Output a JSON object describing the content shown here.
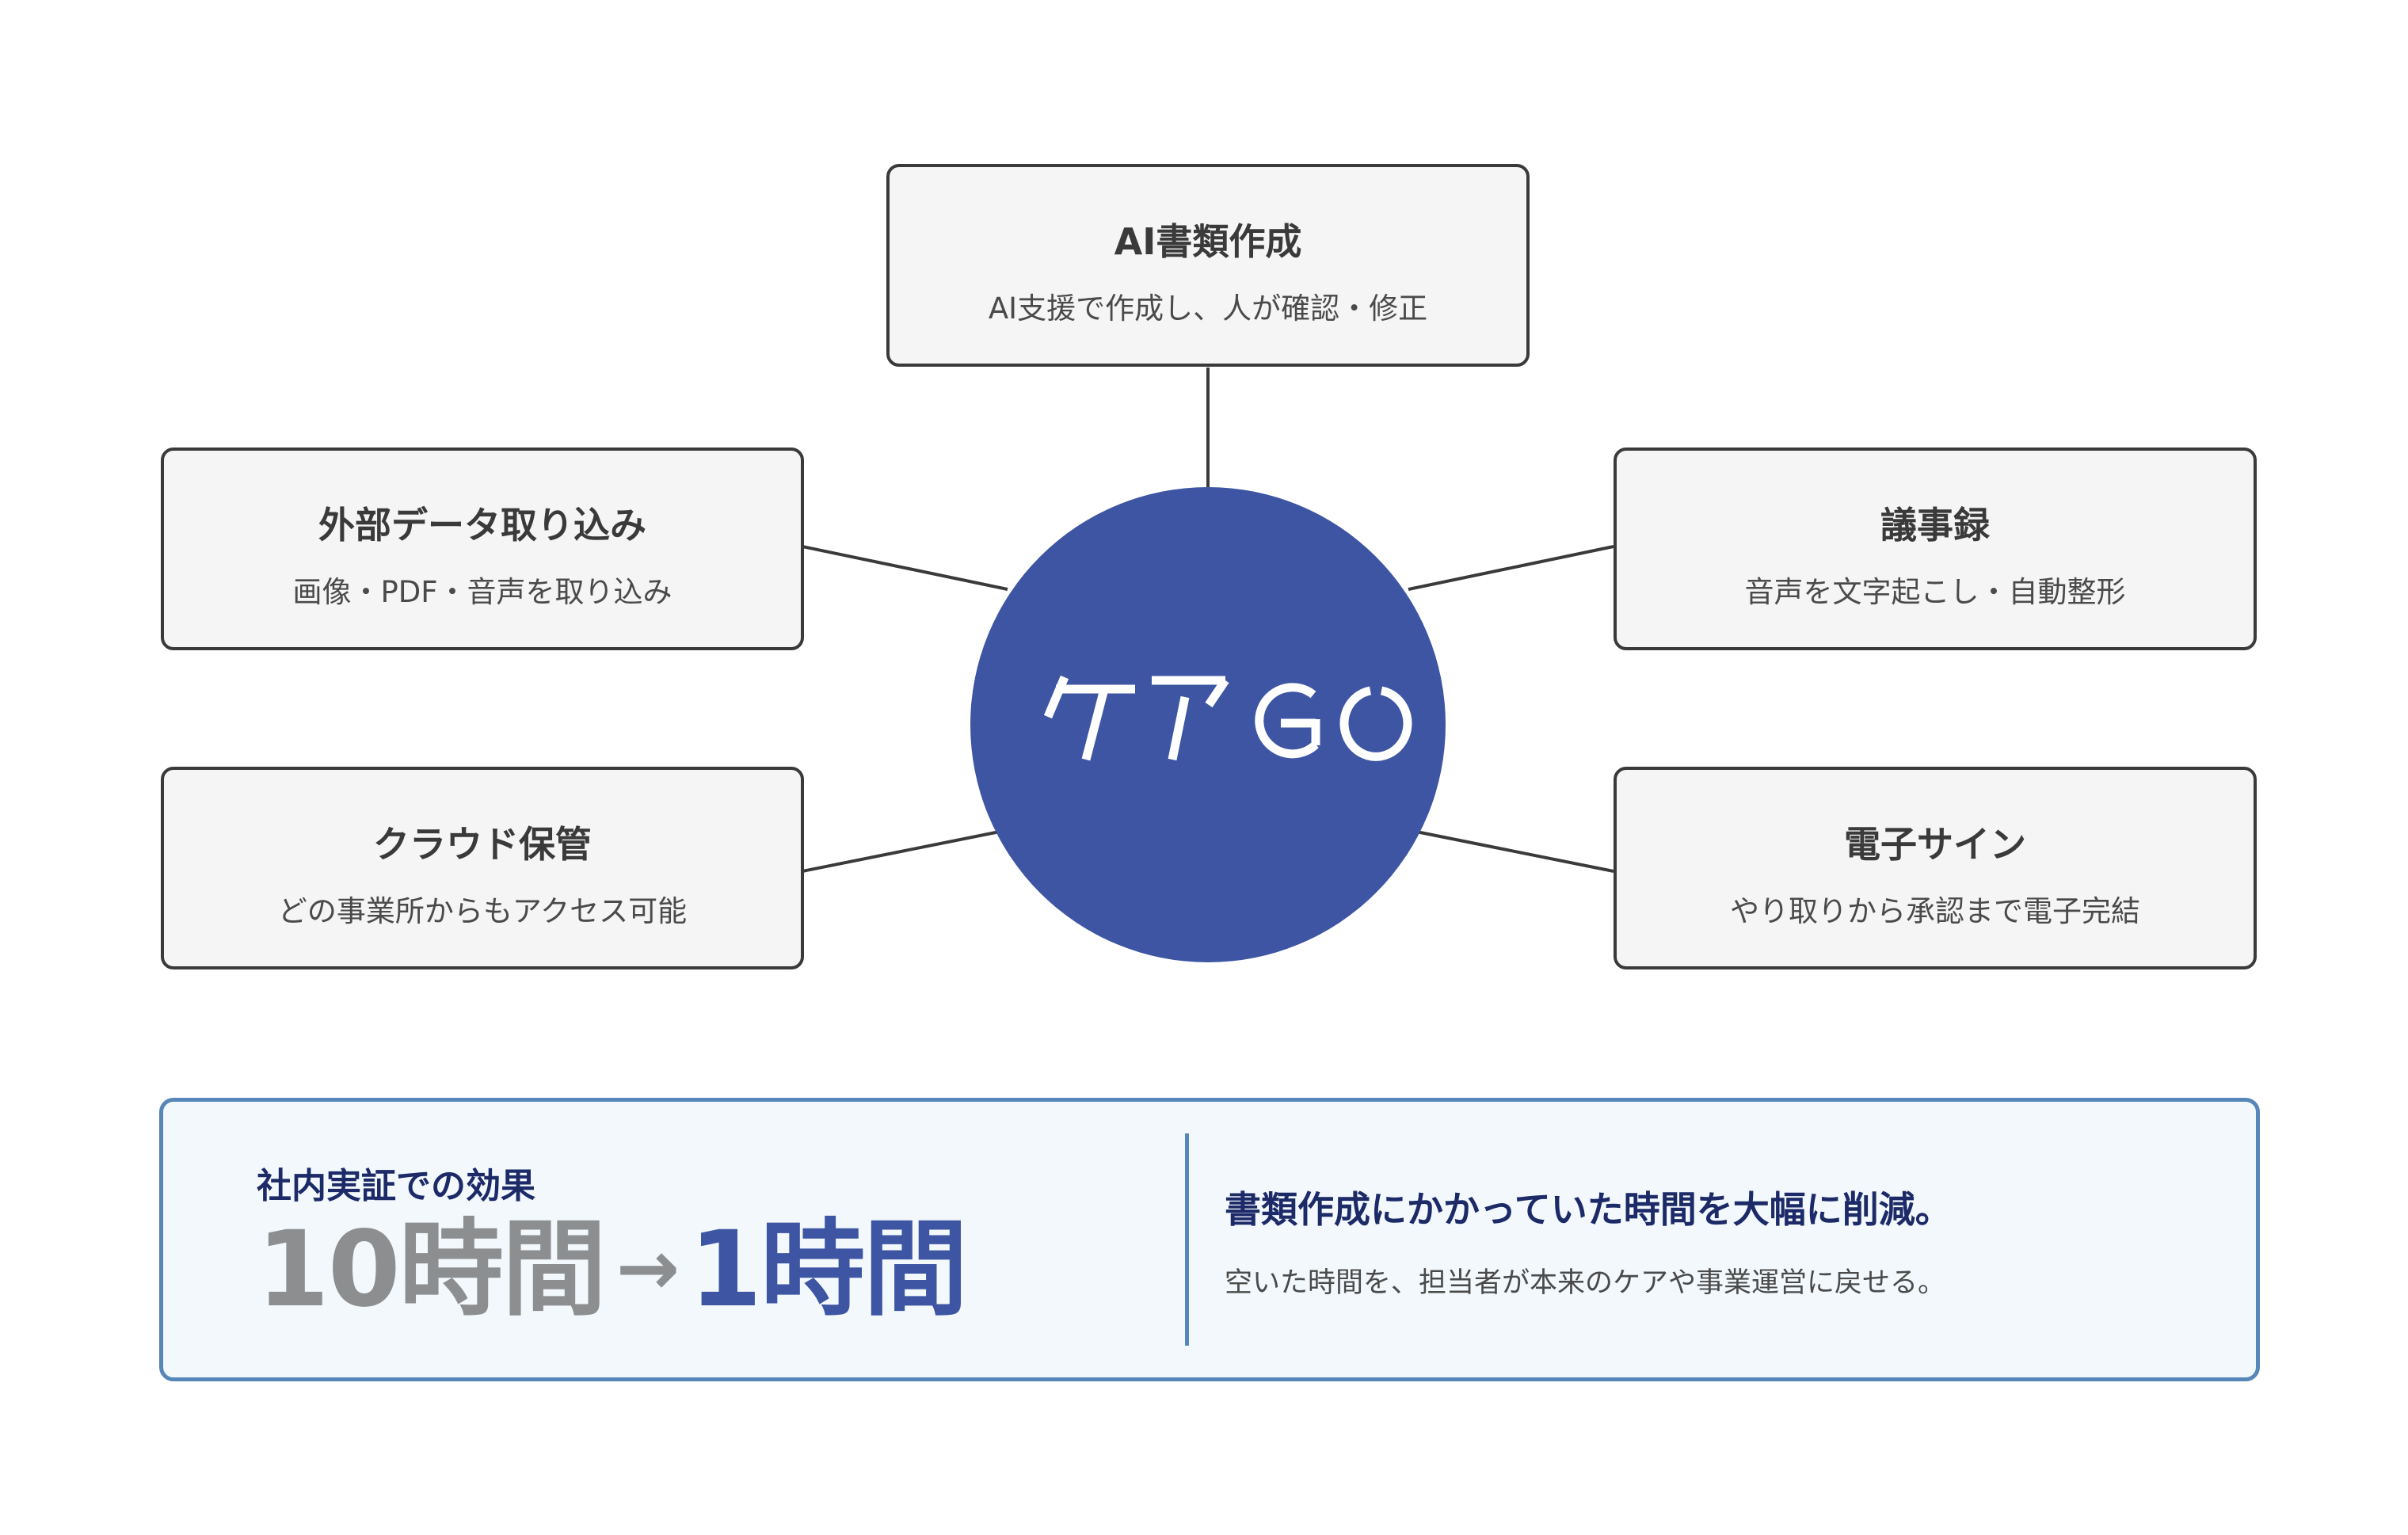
{
  "hub": {
    "logo_text": "ケアGO",
    "fill_color": "#3d55a3"
  },
  "nodes": [
    {
      "title": "AI書類作成",
      "description": "AI支援で作成し、人が確認・修正"
    },
    {
      "title": "外部データ取り込み",
      "description": "画像・PDF・音声を取り込み"
    },
    {
      "title": "議事録",
      "description": "音声を文字起こし・自動整形"
    },
    {
      "title": "クラウド保管",
      "description": "どの事業所からもアクセス可能"
    },
    {
      "title": "電子サイン",
      "description": "やり取りから承認まで電子完結"
    }
  ],
  "result": {
    "label": "社内実証での効果",
    "before": "10時間",
    "arrow": "→",
    "after": "1時間",
    "headline": "書類作成にかかっていた時間を大幅に削減。",
    "note": "空いた時間を、担当者が本来のケアや事業運営に戻せる。"
  },
  "colors": {
    "accent": "#3d55a3",
    "panel_border": "#5687b8",
    "panel_fill": "#f2f8fc",
    "dark_navy": "#1c2a68",
    "muted_gray": "#8c8e90"
  }
}
